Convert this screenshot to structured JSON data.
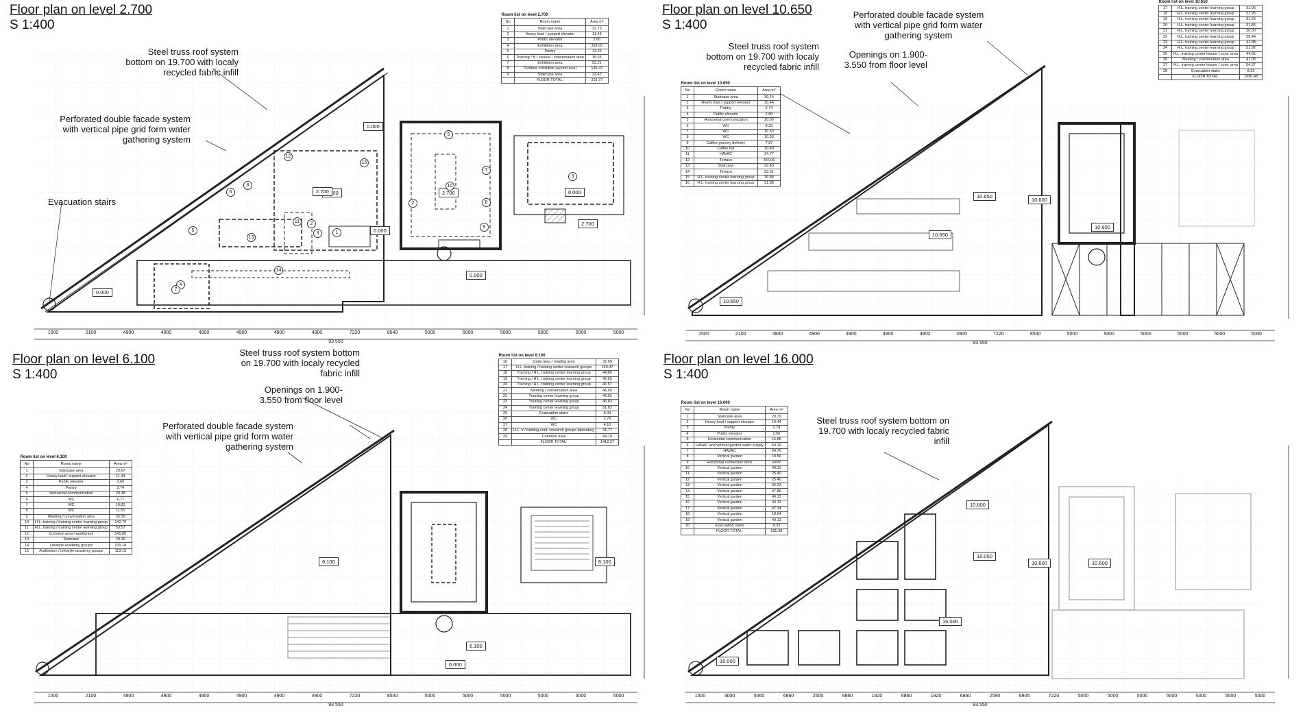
{
  "plans": [
    {
      "title": "Floor plan on level 2.700",
      "scale": "S 1:400",
      "notes": {
        "roof": "Steel truss roof system bottom on 19.700 with localy recycled fabric infill",
        "facade": "Perforated double facade system with vertical pipe grid form water gathering system",
        "stairs": "Evacuation stairs"
      },
      "room_list": {
        "caption": "Room list on level 2.700",
        "head_no": "No",
        "head_name": "Room name",
        "head_area": "Area m²",
        "rows": [
          {
            "no": "1",
            "name": "Staircase area",
            "area": "32.73"
          },
          {
            "no": "2",
            "name": "Heavy load / support elevator",
            "area": "11.43"
          },
          {
            "no": "3",
            "name": "Public elevator",
            "area": "2.60"
          },
          {
            "no": "4",
            "name": "Exhibition area",
            "area": "393.05"
          },
          {
            "no": "5",
            "name": "Pantry",
            "area": "13.22"
          },
          {
            "no": "6",
            "name": "Training / B.I. leisure - conversation area",
            "area": "35.65"
          },
          {
            "no": "7",
            "name": "Exhibition area",
            "area": "52.21"
          },
          {
            "no": "8",
            "name": "Outdoor exhibition second level",
            "area": "145.47"
          },
          {
            "no": "9",
            "name": "Staircase area",
            "area": "23.47"
          }
        ],
        "total_label": "FLOOR TOTAL:",
        "total_area": "316.77"
      },
      "level_marks": [
        "0.000",
        "2.700",
        "0.000",
        "0.000",
        "2.700",
        "0.000",
        "2.700",
        "0.000",
        "2.700"
      ],
      "room_numbers": [
        "1",
        "2",
        "3",
        "4",
        "5",
        "6",
        "7",
        "8",
        "9",
        "10",
        "11",
        "12",
        "13",
        "14",
        "15",
        "2",
        "5",
        "7",
        "8",
        "3"
      ],
      "dims": [
        "1500",
        "2100",
        "4900",
        "4900",
        "4900",
        "4900",
        "4900",
        "4900",
        "7220",
        "8540",
        "5000",
        "5000",
        "5000",
        "5000",
        "5000",
        "5000"
      ],
      "dim_total": "93 550"
    },
    {
      "title": "Floor plan on level 10.650",
      "scale": "S 1:400",
      "notes": {
        "roof": "Steel truss roof system bottom on 19.700 with localy recycled fabric infill",
        "facade": "Perforated double facade system with vertical pipe grid form water gathering system",
        "openings": "Openings on 1.900-3.550 from floor level"
      },
      "room_list": {
        "caption": "Room list on level 10.650",
        "head_no": "No",
        "head_name": "Room name",
        "head_area": "Area m²",
        "rows": [
          {
            "no": "1",
            "name": "Staircase area",
            "area": "30.14"
          },
          {
            "no": "2",
            "name": "Heavy load / support elevator",
            "area": "10.44"
          },
          {
            "no": "3",
            "name": "Pantry",
            "area": "2.74"
          },
          {
            "no": "4",
            "name": "Public elevator",
            "area": "2.80"
          },
          {
            "no": "5",
            "name": "Horizontal communication",
            "area": "20.00"
          },
          {
            "no": "6",
            "name": "WC",
            "area": "8.33"
          },
          {
            "no": "7",
            "name": "WC",
            "area": "10.63"
          },
          {
            "no": "8",
            "name": "WC",
            "area": "10.59"
          },
          {
            "no": "9",
            "name": "Caffee grocery delivery",
            "area": "7.87"
          },
          {
            "no": "10",
            "name": "Caffee bar",
            "area": "10.49"
          },
          {
            "no": "11",
            "name": "HAVAC",
            "area": "24.77"
          },
          {
            "no": "12",
            "name": "Terrace",
            "area": "366.00"
          },
          {
            "no": "13",
            "name": "Staircase",
            "area": "22.43"
          },
          {
            "no": "14",
            "name": "Terrace",
            "area": "83.31"
          },
          {
            "no": "15",
            "name": "H.L. training center learning group",
            "area": "30.88"
          },
          {
            "no": "16",
            "name": "H.L. training center learning group",
            "area": "31.88"
          }
        ],
        "rows_cont": [
          {
            "no": "17",
            "name": "H.L. training center learning group",
            "area": "31.95"
          },
          {
            "no": "18",
            "name": "H.L. training center learning group",
            "area": "31.95"
          },
          {
            "no": "19",
            "name": "H.L. training center learning group",
            "area": "31.65"
          },
          {
            "no": "20",
            "name": "H.L. training center learning group",
            "area": "31.85"
          },
          {
            "no": "21",
            "name": "H.L. training center learning group",
            "area": "20.30"
          },
          {
            "no": "22",
            "name": "H.L. training center learning group",
            "area": "28.44"
          },
          {
            "no": "23",
            "name": "H.L. training center learning group",
            "area": "41.88"
          },
          {
            "no": "24",
            "name": "H.L. training center learning group",
            "area": "51.92"
          },
          {
            "no": "25",
            "name": "H.L. training center leisure / conv. area",
            "area": "44.05"
          },
          {
            "no": "26",
            "name": "Meeting / conversation area",
            "area": "41.08"
          },
          {
            "no": "27",
            "name": "H.L. training center leisure / conv. area",
            "area": "54.27"
          },
          {
            "no": "28",
            "name": "Evacuation stairs",
            "area": "8.33"
          }
        ],
        "cont_caption": "Room list on level 10.650",
        "total_label": "FLOOR TOTAL:",
        "total_area": "1090.48"
      },
      "level_marks": [
        "10.650",
        "10.600",
        "10.650",
        "10.600",
        "10.650"
      ],
      "dims": [
        "1500",
        "2100",
        "4900",
        "4900",
        "4900",
        "4900",
        "4900",
        "4900",
        "7220",
        "8540",
        "5000",
        "5000",
        "5000",
        "5000",
        "5000",
        "5000"
      ],
      "dim_total": "93 550"
    },
    {
      "title": "Floor plan on level 6.100",
      "scale": "S 1:400",
      "notes": {
        "roof": "Steel truss roof system bottom on 19.700 with localy recycled fabric infill",
        "openings": "Openings on 1.900-3.550 from floor level",
        "facade": "Perforated double facade system with vertical pipe grid form water gathering system"
      },
      "room_list": {
        "caption": "Room list on level 6.100",
        "head_no": "No",
        "head_name": "Room name",
        "head_area": "Area m²",
        "rows": [
          {
            "no": "1",
            "name": "Staircase area",
            "area": "29.67"
          },
          {
            "no": "2",
            "name": "Heavy load / support elevator",
            "area": "11.43"
          },
          {
            "no": "3",
            "name": "Public elevator",
            "area": "2.60"
          },
          {
            "no": "4",
            "name": "Pantry",
            "area": "2.74"
          },
          {
            "no": "5",
            "name": "Horizontal communication",
            "area": "20.38"
          },
          {
            "no": "6",
            "name": "WC",
            "area": "6.77"
          },
          {
            "no": "7",
            "name": "WC",
            "area": "10.83"
          },
          {
            "no": "8",
            "name": "WC",
            "area": "11.51"
          },
          {
            "no": "9",
            "name": "Meeting / conversation area",
            "area": "35.55"
          },
          {
            "no": "10",
            "name": "H.L. training / training center learning group",
            "area": "142.70"
          },
          {
            "no": "11",
            "name": "H.L. training / training center learning group",
            "area": "53.57"
          },
          {
            "no": "12",
            "name": "Common area / auditorium",
            "area": "145.80"
          },
          {
            "no": "13",
            "name": "Staircase",
            "area": "29.39"
          },
          {
            "no": "14",
            "name": "Lifestyle academy groups",
            "area": "109.18"
          },
          {
            "no": "15",
            "name": "Auditorium / Lifestyle academy groups",
            "area": "113.13"
          }
        ],
        "rows_cont": [
          {
            "no": "16",
            "name": "Quite area / reading area",
            "area": "32.69"
          },
          {
            "no": "17",
            "name": "H.L. training / training center research groups",
            "area": "150.47"
          },
          {
            "no": "18",
            "name": "Training / H.L. training center learning group",
            "area": "44.80"
          },
          {
            "no": "19",
            "name": "Training / H.L. training center learning group",
            "area": "46.55"
          },
          {
            "no": "20",
            "name": "Training / H.L. training center learning group",
            "area": "46.57"
          },
          {
            "no": "21",
            "name": "Meeting / conversation area",
            "area": "46.50"
          },
          {
            "no": "22",
            "name": "Training center learning group",
            "area": "46.55"
          },
          {
            "no": "23",
            "name": "Training center learning group",
            "area": "45.83"
          },
          {
            "no": "24",
            "name": "Training center learning group",
            "area": "51.82"
          },
          {
            "no": "25",
            "name": "Evacuation stairs",
            "area": "8.33"
          },
          {
            "no": "26",
            "name": "WC",
            "area": "3.76"
          },
          {
            "no": "27",
            "name": "WC",
            "area": "4.10"
          },
          {
            "no": "28",
            "name": "H.L. tr./ training cent. research groups laboratory",
            "area": "31.77"
          },
          {
            "no": "29",
            "name": "Common area",
            "area": "84.19"
          }
        ],
        "cont_caption": "Room list on level 6.100",
        "total_label": "FLOOR TOTAL:",
        "total_area": "1412.27"
      },
      "level_marks": [
        "6.100",
        "6.100",
        "6.100",
        "0.000"
      ],
      "dims": [
        "1500",
        "2100",
        "4900",
        "4900",
        "4900",
        "4900",
        "4900",
        "4900",
        "7220",
        "8540",
        "5000",
        "5000",
        "5000",
        "5000",
        "5000",
        "5000"
      ],
      "dim_total": "93 550"
    },
    {
      "title": "Floor plan on level 16.000",
      "scale": "S 1:400",
      "notes": {
        "roof": "Steel truss roof system bottom on 19.700 with localy recycled fabric infill"
      },
      "room_list": {
        "caption": "Room list on level 16.000",
        "head_no": "No",
        "head_name": "Room name",
        "head_area": "Area m²",
        "rows": [
          {
            "no": "1",
            "name": "Staircase area",
            "area": "29.79"
          },
          {
            "no": "2",
            "name": "Heavy load / support elevator",
            "area": "10.44"
          },
          {
            "no": "3",
            "name": "Pantry",
            "area": "2.74"
          },
          {
            "no": "4",
            "name": "Public elevator",
            "area": "2.60"
          },
          {
            "no": "5",
            "name": "Horizontal communication",
            "area": "15.88"
          },
          {
            "no": "6",
            "name": "HAVAC and vertical garden water supply",
            "area": "69.19"
          },
          {
            "no": "7",
            "name": "HAVAC",
            "area": "24.76"
          },
          {
            "no": "8",
            "name": "Vertical garden",
            "area": "18.56"
          },
          {
            "no": "9",
            "name": "Horizontal connection deck",
            "area": "####"
          },
          {
            "no": "10",
            "name": "Vertical garden",
            "area": "40.13"
          },
          {
            "no": "11",
            "name": "Vertical garden",
            "area": "25.40"
          },
          {
            "no": "12",
            "name": "Vertical garden",
            "area": "25.40"
          },
          {
            "no": "13",
            "name": "Vertical garden",
            "area": "36.23"
          },
          {
            "no": "14",
            "name": "Vertical garden",
            "area": "47.86"
          },
          {
            "no": "15",
            "name": "Vertical garden",
            "area": "40.13"
          },
          {
            "no": "16",
            "name": "Vertical garden",
            "area": "40.13"
          },
          {
            "no": "17",
            "name": "Vertical garden",
            "area": "47.34"
          },
          {
            "no": "18",
            "name": "Vertical garden",
            "area": "18.64"
          },
          {
            "no": "19",
            "name": "Vertical garden",
            "area": "40.13"
          },
          {
            "no": "20",
            "name": "Evacuation stairs",
            "area": "8.33"
          }
        ],
        "total_label": "FLOOR TOTAL:",
        "total_area": "535.38"
      },
      "level_marks": [
        "10.600",
        "16.050",
        "10.600",
        "10.600",
        "16.000",
        "16.000"
      ],
      "dims": [
        "1500",
        "3000",
        "5060",
        "6860",
        "2500",
        "6860",
        "1920",
        "6860",
        "1920",
        "6860",
        "2590",
        "6905",
        "7220",
        "5000",
        "5000",
        "5000",
        "5000",
        "5000",
        "5000",
        "5000"
      ],
      "dim_total": "93 550"
    }
  ]
}
